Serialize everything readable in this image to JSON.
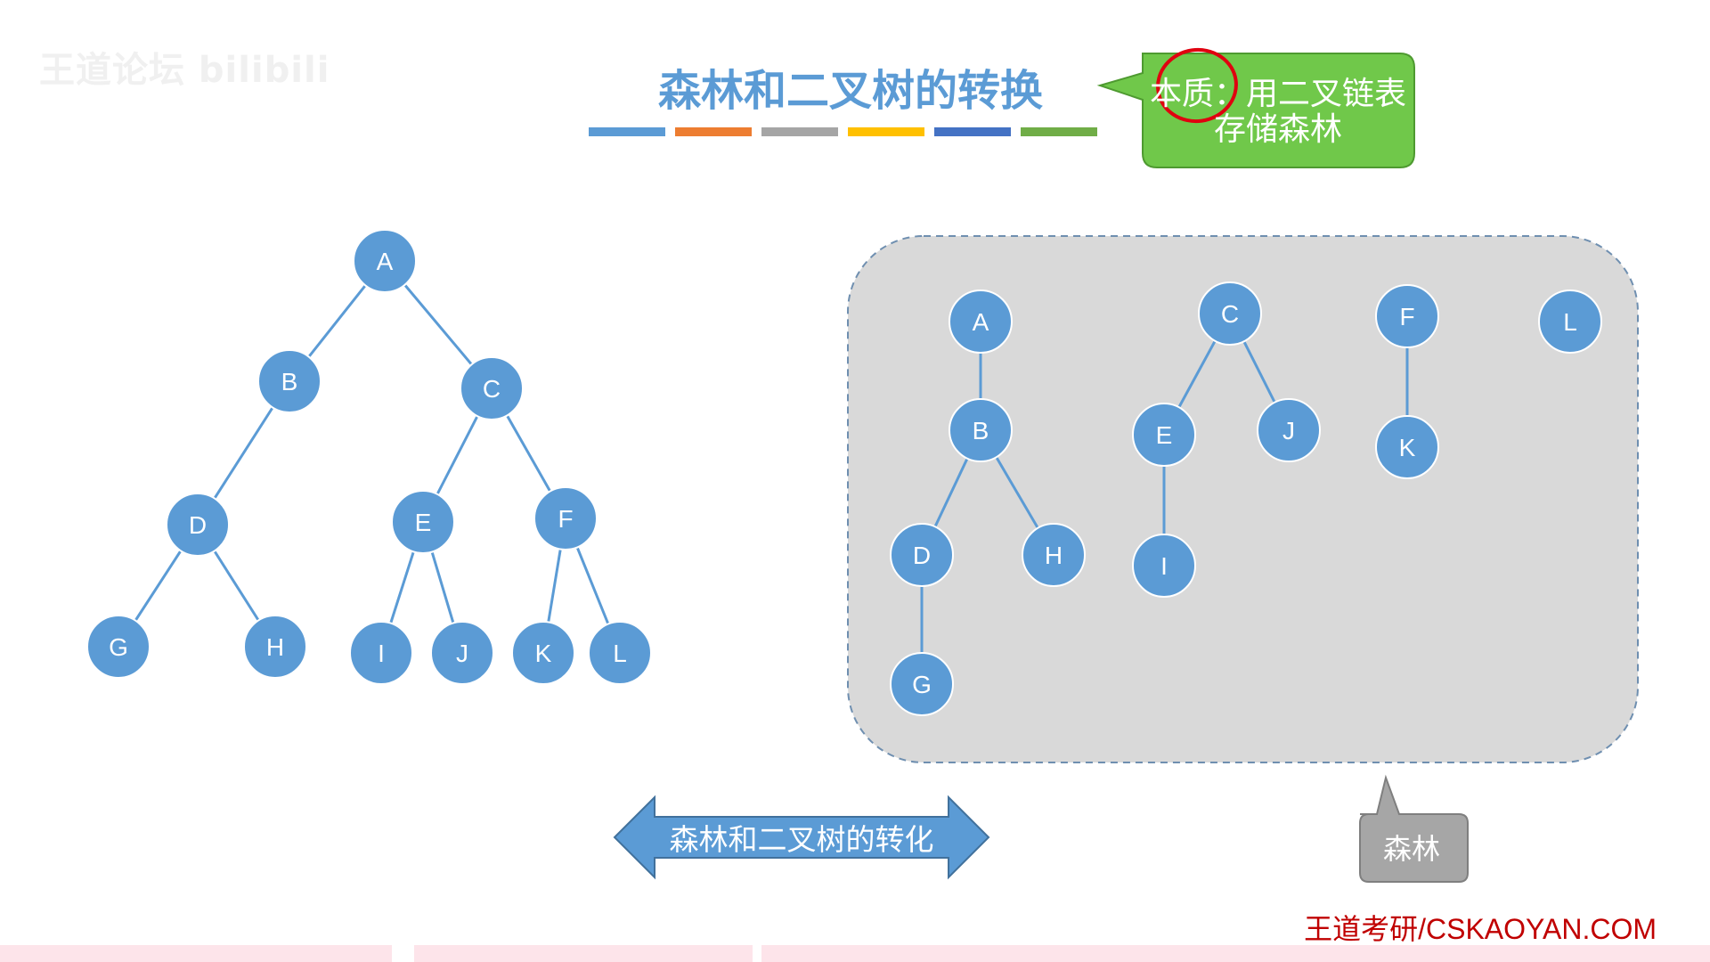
{
  "watermark": "王道论坛 bilibili",
  "title": "森林和二叉树的转换",
  "title_bar_colors": [
    "#5b9bd5",
    "#ed7d31",
    "#a5a5a5",
    "#ffc000",
    "#4472c4",
    "#70ad47"
  ],
  "callout": {
    "text": "本质：用二叉链表存储森林",
    "color": "#70c84a"
  },
  "annotation": "red-circle-around-本质",
  "binary_tree": {
    "nodes": [
      "A",
      "B",
      "C",
      "D",
      "E",
      "F",
      "G",
      "H",
      "I",
      "J",
      "K",
      "L"
    ],
    "edges": [
      [
        "A",
        "B"
      ],
      [
        "A",
        "C"
      ],
      [
        "B",
        "D"
      ],
      [
        "C",
        "E"
      ],
      [
        "C",
        "F"
      ],
      [
        "D",
        "G"
      ],
      [
        "D",
        "H"
      ],
      [
        "E",
        "I"
      ],
      [
        "E",
        "J"
      ],
      [
        "F",
        "K"
      ],
      [
        "F",
        "L"
      ]
    ]
  },
  "forest": {
    "label": "森林",
    "trees": [
      {
        "root": "A",
        "nodes": [
          "A",
          "B",
          "D",
          "H",
          "G"
        ],
        "edges": [
          [
            "A",
            "B"
          ],
          [
            "B",
            "D"
          ],
          [
            "B",
            "H"
          ],
          [
            "D",
            "G"
          ]
        ]
      },
      {
        "root": "C",
        "nodes": [
          "C",
          "E",
          "J",
          "I"
        ],
        "edges": [
          [
            "C",
            "E"
          ],
          [
            "C",
            "J"
          ],
          [
            "E",
            "I"
          ]
        ]
      },
      {
        "root": "F",
        "nodes": [
          "F",
          "K"
        ],
        "edges": [
          [
            "F",
            "K"
          ]
        ]
      },
      {
        "root": "L",
        "nodes": [
          "L"
        ],
        "edges": []
      }
    ]
  },
  "arrow_label": "森林和二叉树的转化",
  "footer": "王道考研/CSKAOYAN.COM",
  "colors": {
    "node": "#5b9bd5",
    "title": "#5b9bd5",
    "forest_bg": "#d9d9d9",
    "forest_label_bg": "#a6a6a6",
    "footer": "#c00000",
    "annotation": "#e0000f"
  }
}
